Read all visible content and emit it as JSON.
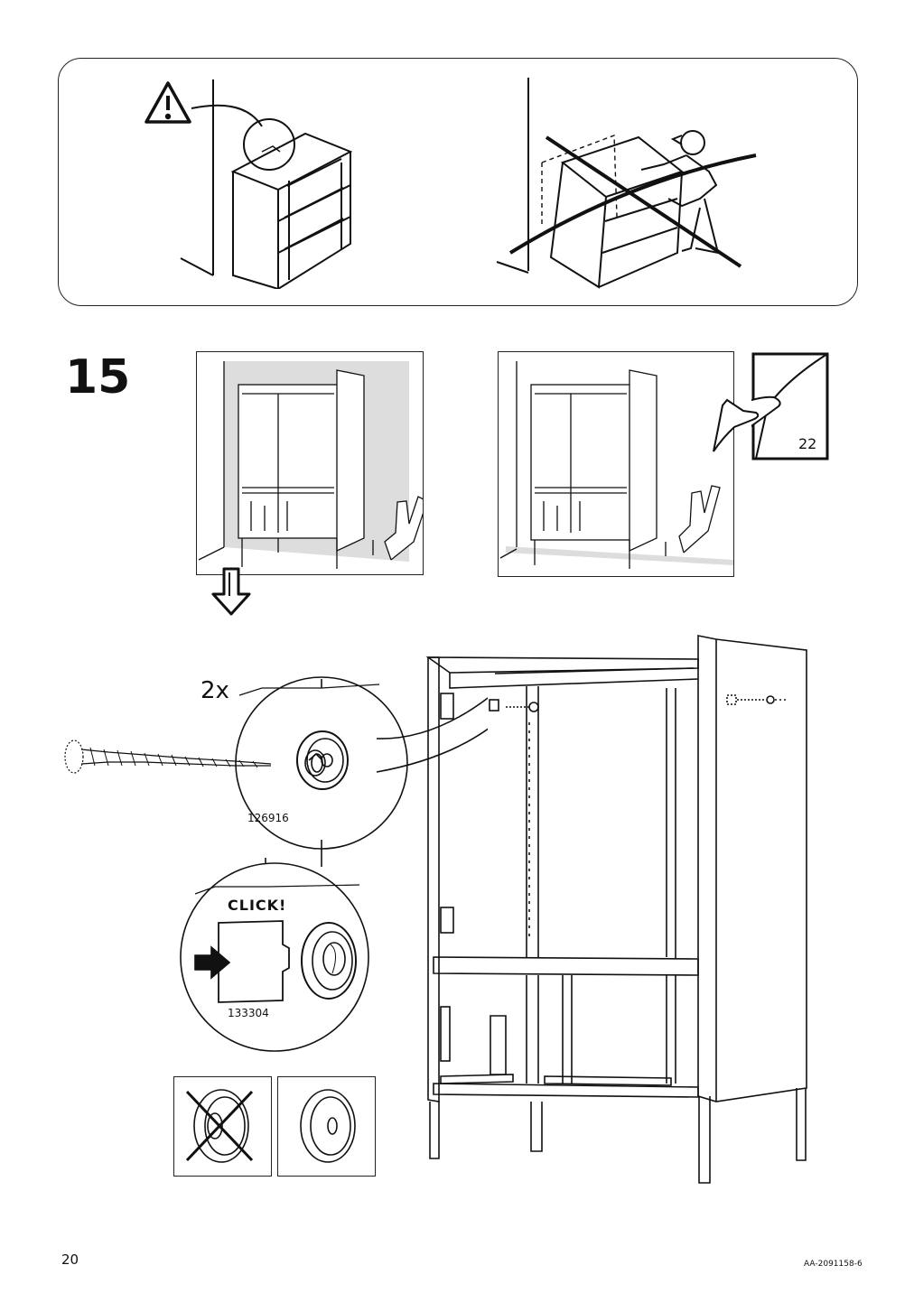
{
  "page": {
    "step_number": "15",
    "page_number": "20",
    "document_code": "AA-2091158-6"
  },
  "callouts": {
    "quantity": "2x",
    "screw_cap_part": "126916",
    "cover_part": "133304",
    "click_label": "CLICK!",
    "reference_page": "22"
  },
  "icons": {
    "warning": "warning-triangle-icon",
    "arrow_down": "down-arrow-icon",
    "page_ref": "page-turn-icon"
  }
}
